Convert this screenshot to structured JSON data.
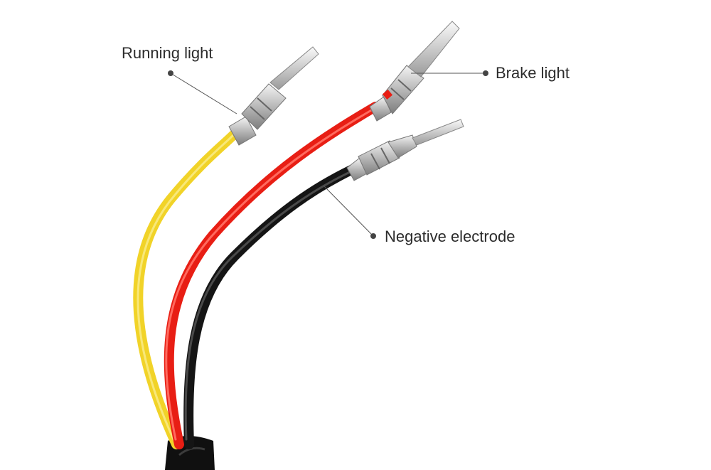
{
  "labels": {
    "running_light": "Running light",
    "brake_light": "Brake light",
    "negative_electrode": "Negative electrode"
  },
  "colors": {
    "yellow_wire": "#f1d328",
    "red_wire": "#e81e14",
    "black_wire": "#151515",
    "sheath": "#101010",
    "metal": "#c9c9c9",
    "leader_line": "#555555"
  }
}
